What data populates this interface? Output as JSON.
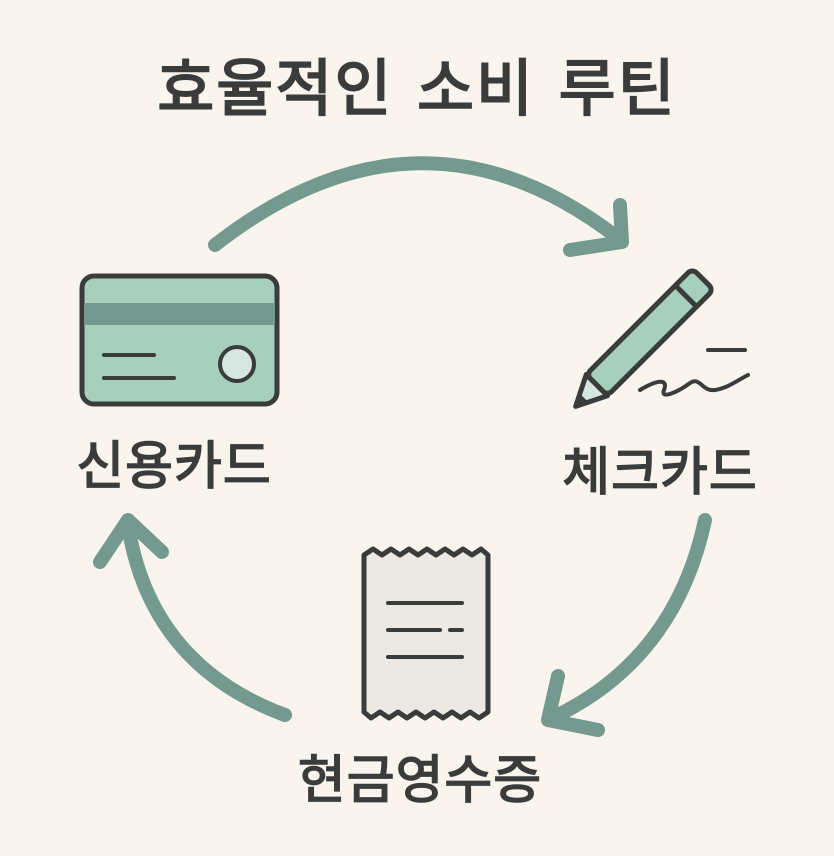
{
  "title": "효율적인 소비 루틴",
  "nodes": {
    "credit_card": {
      "label": "신용카드",
      "icon": "credit-card-icon"
    },
    "check_card": {
      "label": "체크카드",
      "icon": "pen-signature-icon"
    },
    "cash_receipt": {
      "label": "현금영수증",
      "icon": "receipt-icon"
    }
  },
  "colors": {
    "background": "#f9f5ee",
    "accent": "#74998f",
    "icon_fill": "#a6cfbd",
    "outline": "#3a3c3b",
    "receipt_fill": "#ece8e4"
  }
}
